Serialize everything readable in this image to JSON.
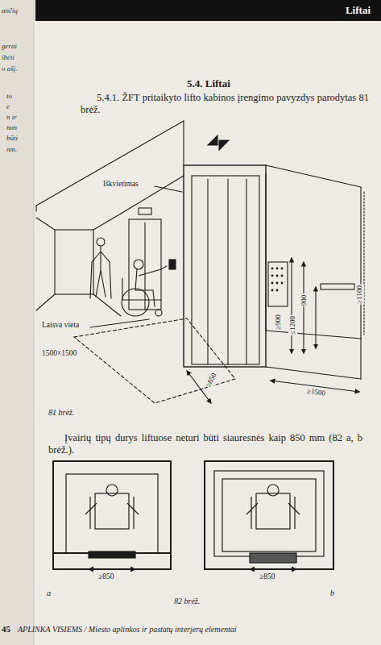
{
  "diagram": {
    "title": "5.4. Liftai",
    "labels": [
      "ančių",
      "gerai",
      "ibėti",
      "o ašį.",
      "to",
      "e",
      "n ir",
      "mm",
      "būti",
      "nm.",
      "Liftai",
      "5.4.1. ŽFT pritaikyto lifto kabinos įrengimo pavyzdys parodytas 81 brėž.",
      "Iškvietimas",
      "Laisva vieta",
      "1500×1500",
      "≥850",
      "≥900",
      "≤1200",
      "900",
      "≥1100",
      "≥1500",
      "81 brėž.",
      "Įvairių tipų durys liftuose neturi būti siauresnės kaip 850 mm (82 a, b brėž.).",
      "≥850",
      "≥850",
      "a",
      "b",
      "82 brėž.",
      "45",
      "APLINKA VISIEMS / Miesto aplinkos ir pastatų interjerų elementai"
    ]
  }
}
